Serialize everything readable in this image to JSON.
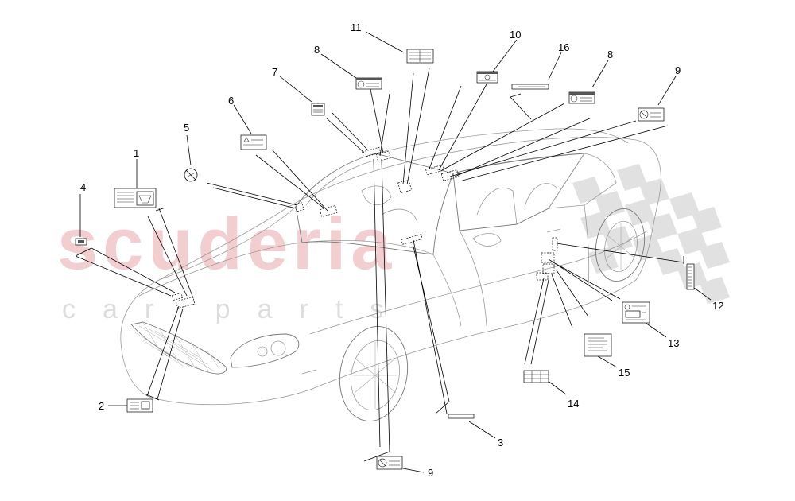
{
  "watermark": {
    "brand": "scuderia",
    "subtitle": "car parts",
    "brand_color": "#e8a7ad"
  },
  "callouts": [
    "1",
    "2",
    "3",
    "4",
    "5",
    "6",
    "7",
    "8",
    "8",
    "9",
    "9",
    "10",
    "11",
    "12",
    "13",
    "14",
    "15",
    "16"
  ]
}
